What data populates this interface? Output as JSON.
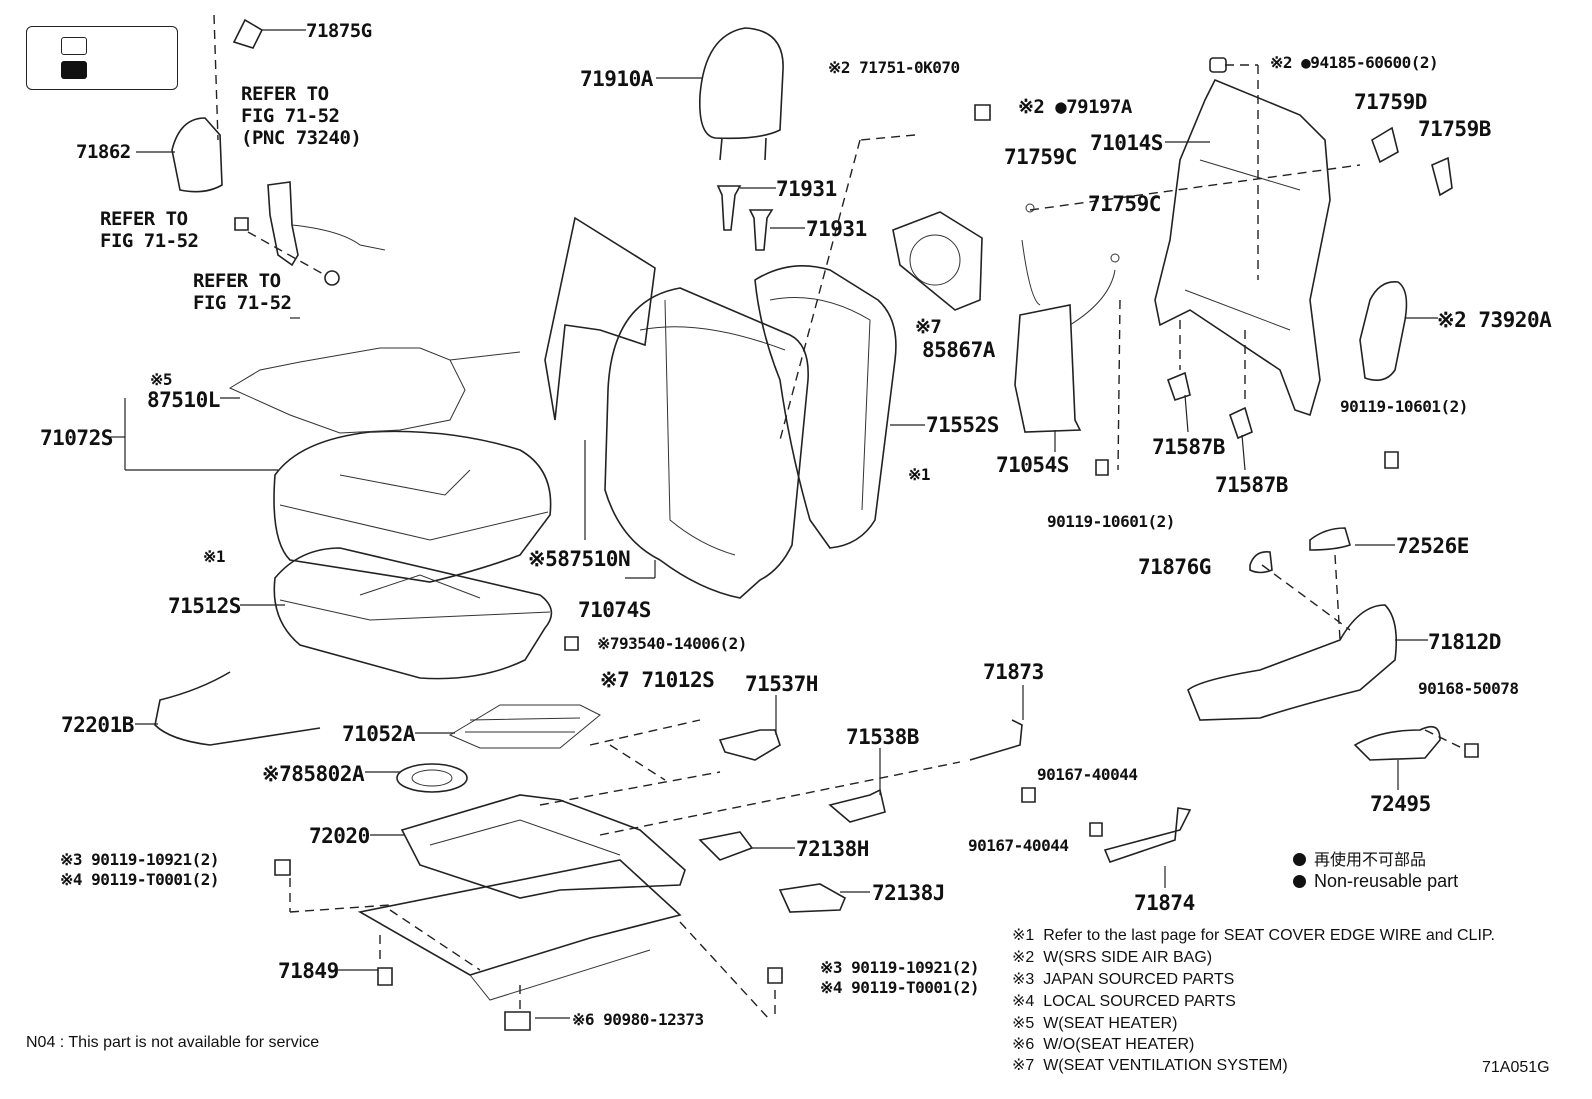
{
  "diagram_id": "71A051G",
  "footnote_n04": "N04 : This part is not available for service",
  "legend": {
    "jp": "再使用不可部品",
    "en": "Non-reusable part"
  },
  "notes": [
    {
      "mark": "※1",
      "text": "Refer to the last page for SEAT COVER EDGE WIRE and CLIP."
    },
    {
      "mark": "※2",
      "text": "W(SRS SIDE AIR BAG)"
    },
    {
      "mark": "※3",
      "text": "JAPAN SOURCED PARTS"
    },
    {
      "mark": "※4",
      "text": "LOCAL SOURCED PARTS"
    },
    {
      "mark": "※5",
      "text": "W(SEAT HEATER)"
    },
    {
      "mark": "※6",
      "text": "W/O(SEAT HEATER)"
    },
    {
      "mark": "※7",
      "text": "W(SEAT VENTILATION SYSTEM)"
    }
  ],
  "refer_to": {
    "a1": "REFER TO",
    "a2": "FIG 71-52",
    "a3": "(PNC 73240)",
    "b1": "REFER TO",
    "b2": "FIG 71-52",
    "c1": "REFER TO",
    "c2": "FIG 71-52"
  },
  "parts": {
    "p71875G": "71875G",
    "p71862": "71862",
    "p71910A": "71910A",
    "p71931a": "71931",
    "p71931b": "71931",
    "p717510K070": "※2 71751-0K070",
    "p79197A": "※2 ●79197A",
    "p94185": "※2 ●94185-60600(2)",
    "p71014S": "71014S",
    "p71759D": "71759D",
    "p71759B": "71759B",
    "p71759Ca": "71759C",
    "p71759Cb": "71759C",
    "p85867A_mark": "※7",
    "p85867A": "85867A",
    "p73920A": "※2 73920A",
    "p90119_10601a": "90119-10601(2)",
    "p90119_10601b": "90119-10601(2)",
    "p71587Ba": "71587B",
    "p71587Bb": "71587B",
    "p71054S": "71054S",
    "p71552S": "71552S",
    "p87510L_mark": "※5",
    "p87510L": "87510L",
    "p71072S": "71072S",
    "p_mark1a": "※1",
    "p_mark1b": "※1",
    "p87510N": "※587510N",
    "p71074S": "71074S",
    "p71512S": "71512S",
    "p93540": "※793540-14006(2)",
    "p71012S": "※7 71012S",
    "p71537H": "71537H",
    "p72201B": "72201B",
    "p71052A": "71052A",
    "p85802A": "※785802A",
    "p72020": "72020",
    "p71538B": "71538B",
    "p72138H": "72138H",
    "p72138J": "72138J",
    "p71873": "71873",
    "p90167_a": "90167-40044",
    "p90167_b": "90167-40044",
    "p71874": "71874",
    "p71876G": "71876G",
    "p72526E": "72526E",
    "p71812D": "71812D",
    "p90168": "90168-50078",
    "p72495": "72495",
    "p90119_10921a": "※3 90119-10921(2)",
    "p90119_T0001a": "※4 90119-T0001(2)",
    "p90119_10921b": "※3 90119-10921(2)",
    "p90119_T0001b": "※4 90119-T0001(2)",
    "p71849": "71849",
    "p90980": "※6 90980-12373"
  }
}
